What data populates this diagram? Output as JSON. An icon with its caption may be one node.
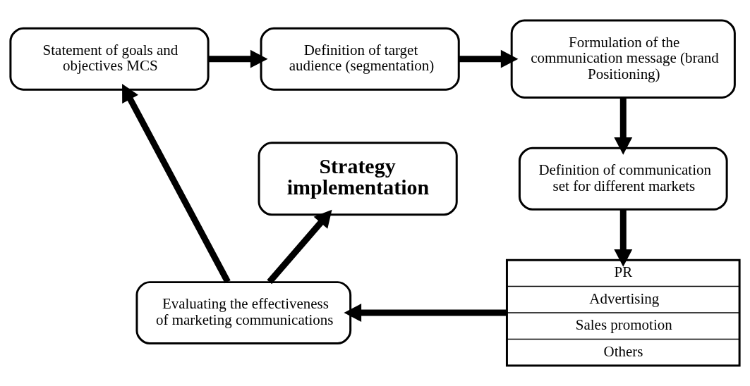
{
  "diagram": {
    "nodes": [
      {
        "text": [
          "Statement of goals and objectives MCS"
        ]
      },
      {
        "text": [
          "Definition of target audience (segmentation)"
        ]
      },
      {
        "text": [
          "Formulation of the communication message (brand Positioning)"
        ]
      },
      {
        "text": [
          "Definition of communication set for different markets"
        ]
      },
      {
        "text": [
          "PR",
          "Advertising",
          "Sales promotion",
          "Others"
        ]
      },
      {
        "text": [
          "Evaluating the effectiveness of marketing communications"
        ]
      },
      {
        "text": [
          "Strategy implementation"
        ]
      }
    ],
    "edges": [
      {
        "from": 0,
        "to": 1,
        "arrow": "to"
      },
      {
        "from": 1,
        "to": 2,
        "arrow": "to"
      },
      {
        "from": 2,
        "to": 3,
        "arrow": "to"
      },
      {
        "from": 3,
        "to": 4,
        "arrow": "to"
      },
      {
        "from": 4,
        "to": 5,
        "arrow": "to"
      },
      {
        "from": 5,
        "to": 6,
        "arrow": "to"
      },
      {
        "from": 5,
        "to": 0,
        "arrow": "to"
      }
    ]
  }
}
